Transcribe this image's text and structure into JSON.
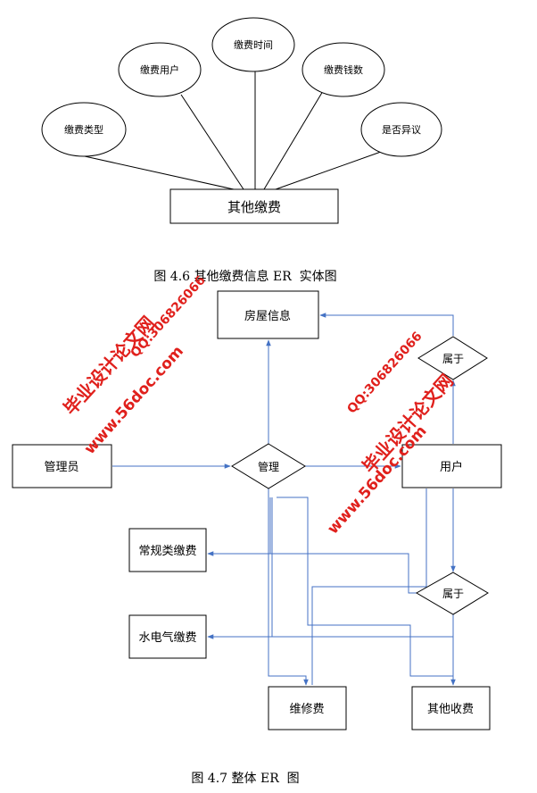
{
  "figure1": {
    "entity": "其他缴费",
    "attributes": {
      "type": "缴费类型",
      "user": "缴费用户",
      "time": "缴费时间",
      "amount": "缴费钱数",
      "dispute": "是否异议"
    },
    "caption": "图 4.6 其他缴费信息 ER  实体图"
  },
  "figure2": {
    "entities": {
      "house": "房屋信息",
      "admin": "管理员",
      "user": "用户",
      "regular_fee": "常规类缴费",
      "utility_fee": "水电气缴费",
      "repair_fee": "维修费",
      "other_income": "其他收费"
    },
    "relations": {
      "manage": "管理",
      "belong_top": "属于",
      "belong_bottom": "属于"
    },
    "caption": "图 4.7 整体 ER  图"
  },
  "watermarks": {
    "left_title": "毕业设计论文网",
    "left_url": "www.56doc.com",
    "left_qq": "QQ:306826066",
    "right_url": "www.56doc.com",
    "right_qq": "QQ:306826066",
    "right_title": "毕业设计论文网"
  },
  "colors": {
    "line": "#000000",
    "arrow": "#4472c4",
    "watermark": "#e0201c"
  }
}
